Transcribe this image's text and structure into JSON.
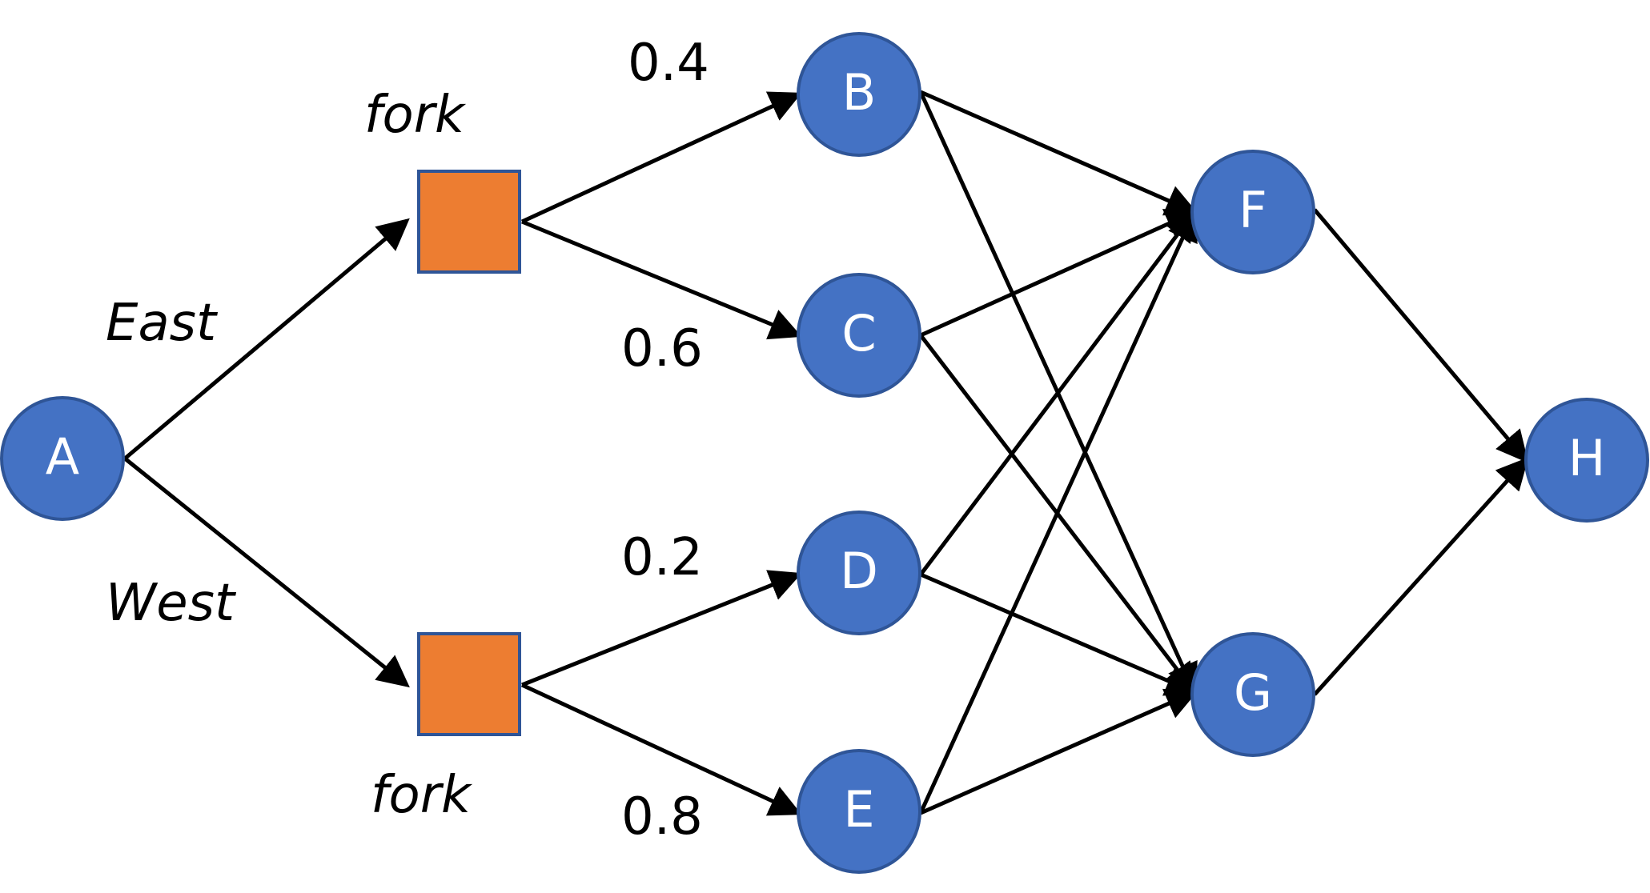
{
  "colors": {
    "node_fill": "#4472c4",
    "node_stroke": "#2f5597",
    "fork_fill": "#ed7d31",
    "edge": "#000000"
  },
  "nodes": {
    "A": "A",
    "B": "B",
    "C": "C",
    "D": "D",
    "E": "E",
    "F": "F",
    "G": "G",
    "H": "H"
  },
  "forks": {
    "top_label": "fork",
    "bottom_label": "fork"
  },
  "branches": {
    "east": "East",
    "west": "West"
  },
  "probabilities": {
    "b": "0.4",
    "c": "0.6",
    "d": "0.2",
    "e": "0.8"
  },
  "edges": [
    [
      "A",
      "fork-top"
    ],
    [
      "A",
      "fork-bottom"
    ],
    [
      "fork-top",
      "B"
    ],
    [
      "fork-top",
      "C"
    ],
    [
      "fork-bottom",
      "D"
    ],
    [
      "fork-bottom",
      "E"
    ],
    [
      "B",
      "F"
    ],
    [
      "B",
      "G"
    ],
    [
      "C",
      "F"
    ],
    [
      "C",
      "G"
    ],
    [
      "D",
      "F"
    ],
    [
      "D",
      "G"
    ],
    [
      "E",
      "F"
    ],
    [
      "E",
      "G"
    ],
    [
      "F",
      "H"
    ],
    [
      "G",
      "H"
    ]
  ]
}
